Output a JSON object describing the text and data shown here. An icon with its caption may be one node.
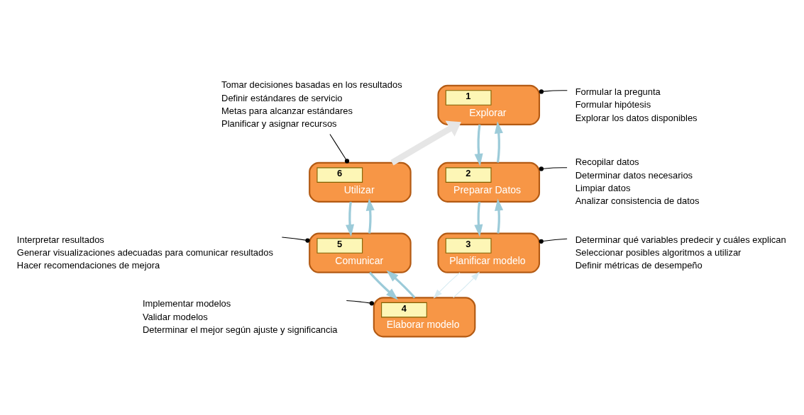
{
  "diagram": {
    "nodes": [
      {
        "text": [
          "1",
          "Explorar"
        ]
      },
      {
        "text": [
          "Formular la pregunta",
          "Formular hipótesis",
          "Explorar los datos disponibles"
        ]
      },
      {
        "text": [
          "2",
          "Preparar Datos"
        ]
      },
      {
        "text": [
          "Recopilar datos",
          "Determinar datos necesarios",
          "Limpiar datos",
          "Analizar consistencia de datos"
        ]
      },
      {
        "text": [
          "3",
          "Planificar modelo"
        ]
      },
      {
        "text": [
          "Determinar qué variables predecir y cuáles explican",
          "Seleccionar posibles algoritmos a utilizar",
          "Definir métricas de desempeño"
        ]
      },
      {
        "text": [
          "4",
          "Elaborar modelo"
        ]
      },
      {
        "text": [
          "Implementar modelos",
          "Validar modelos",
          "Determinar el mejor según ajuste y significancia"
        ]
      },
      {
        "text": [
          "5",
          "Comunicar"
        ]
      },
      {
        "text": [
          "Interpretar resultados",
          "Generar visualizaciones adecuadas para comunicar resultados",
          "Hacer recomendaciones de mejora"
        ]
      },
      {
        "text": [
          "6",
          "Utilizar"
        ]
      },
      {
        "text": [
          "Tomar decisiones basadas en los resultados",
          "Definir estándares de servicio",
          "Metas para alcanzar estándares",
          "Planificar y asignar recursos"
        ]
      }
    ],
    "edges": [
      {
        "from": 1,
        "to": 0,
        "arrow": "other",
        "color": "#000000"
      },
      {
        "from": 3,
        "to": 2,
        "arrow": "other",
        "color": "#000000"
      },
      {
        "from": 5,
        "to": 4,
        "arrow": "other",
        "color": "#000000"
      },
      {
        "from": 7,
        "to": 6,
        "arrow": "other",
        "color": "#000000"
      },
      {
        "from": 9,
        "to": 8,
        "arrow": "other",
        "color": "#000000"
      },
      {
        "from": 11,
        "to": 10,
        "arrow": "other",
        "color": "#000000"
      },
      {
        "from": 0,
        "to": 2,
        "arrow": "to"
      },
      {
        "from": 2,
        "to": 0,
        "arrow": "to"
      },
      {
        "from": 2,
        "to": 4,
        "arrow": "to"
      },
      {
        "from": 4,
        "to": 2,
        "arrow": "to"
      },
      {
        "from": 4,
        "to": 6,
        "arrow": "to",
        "color": "#d6ebf2"
      },
      {
        "from": 6,
        "to": 4,
        "arrow": "to",
        "color": "#d6ebf2"
      },
      {
        "from": 6,
        "to": 8,
        "arrow": "to"
      },
      {
        "from": 8,
        "to": 6,
        "arrow": "to"
      },
      {
        "from": 8,
        "to": 10,
        "arrow": "to"
      },
      {
        "from": 10,
        "to": 8,
        "arrow": "to"
      },
      {
        "from": 10,
        "to": 0,
        "arrow": "to",
        "style": "thick",
        "color": "#e6e6e6"
      }
    ]
  }
}
